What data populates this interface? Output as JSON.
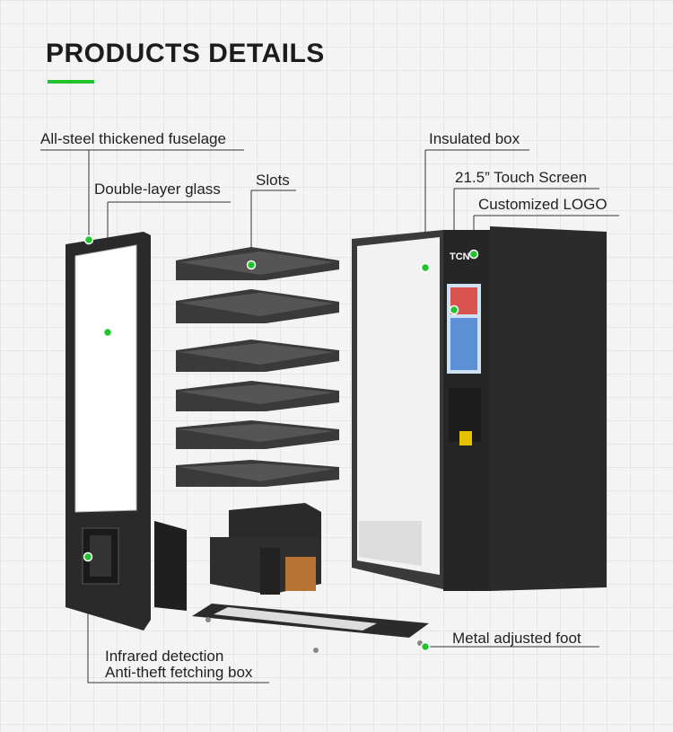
{
  "header": {
    "title": "PRODUCTS DETAILS"
  },
  "callouts": {
    "fuselage": "All-steel thickened fuselage",
    "glass": "Double-layer glass",
    "slots": "Slots",
    "insulated_box": "Insulated box",
    "touch_screen": "21.5” Touch Screen",
    "logo": "Customized LOGO",
    "foot": "Metal adjusted foot",
    "infrared": "Infrared detection",
    "fetching_box": "Anti-theft fetching box"
  },
  "machine": {
    "logo_text": "TCN"
  },
  "colors": {
    "accent": "#22c32e",
    "machine_body": "#2b2b2b",
    "line": "#333333"
  }
}
